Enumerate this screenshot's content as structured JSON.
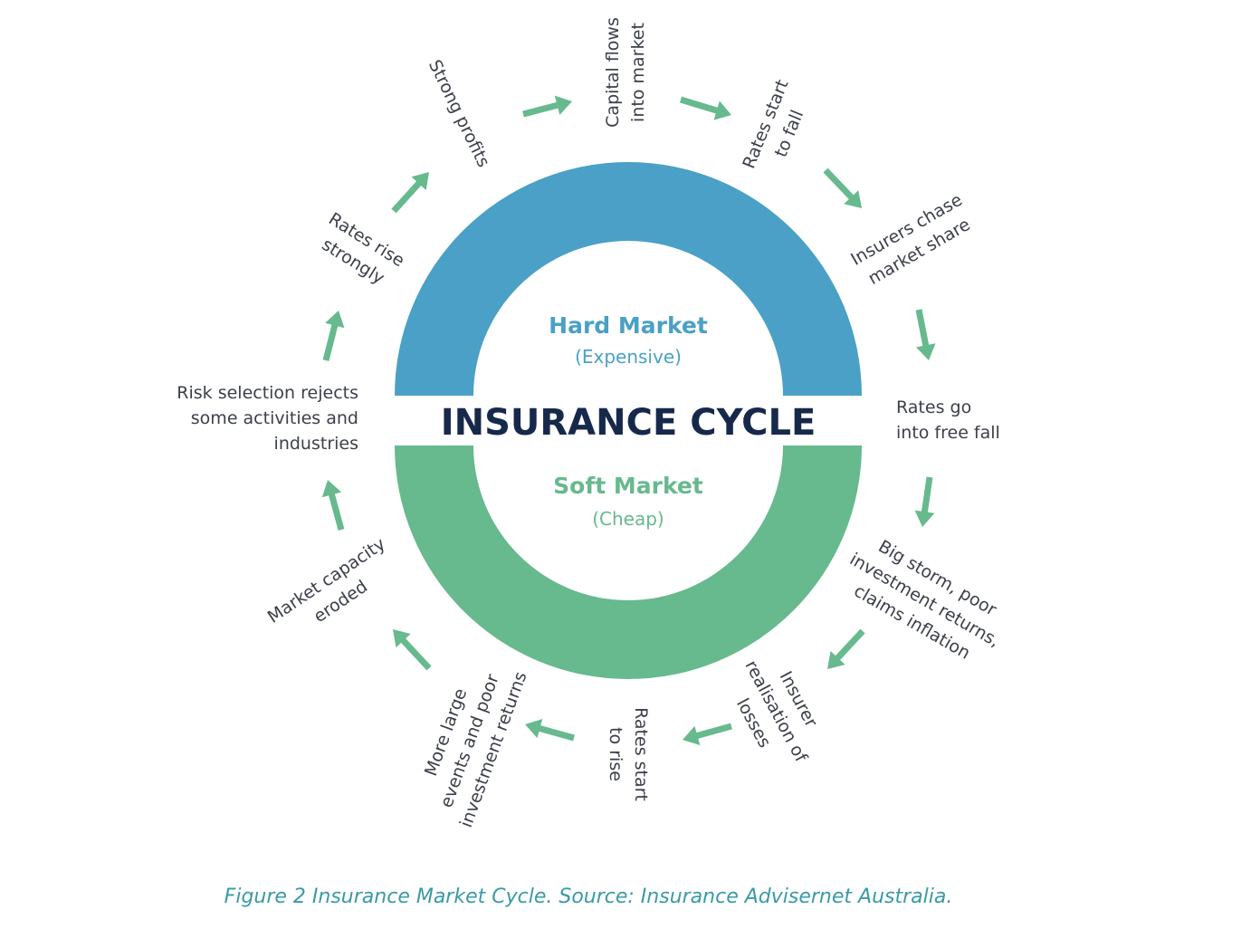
{
  "diagram": {
    "title": "INSURANCE CYCLE",
    "hard_market": {
      "label": "Hard Market",
      "sub": "(Expensive)",
      "color": "#4aa0c6"
    },
    "soft_market": {
      "label": "Soft Market",
      "sub": "(Cheap)",
      "color": "#67b98e"
    },
    "arrow_color": "#67b98e",
    "title_color": "#17294a",
    "stages": [
      {
        "id": "capital-flows",
        "lines": [
          "Capital flows",
          "into market"
        ]
      },
      {
        "id": "rates-start-to-fall",
        "lines": [
          "Rates start",
          "to fall"
        ]
      },
      {
        "id": "insurers-chase-market-share",
        "lines": [
          "Insurers chase",
          "market share"
        ]
      },
      {
        "id": "rates-free-fall",
        "lines": [
          "Rates go",
          "into free fall"
        ]
      },
      {
        "id": "big-storm",
        "lines": [
          "Big storm, poor",
          "investment returns,",
          "claims inflation"
        ]
      },
      {
        "id": "insurer-realisation",
        "lines": [
          "Insurer",
          "realisation of",
          "losses"
        ]
      },
      {
        "id": "rates-start-to-rise",
        "lines": [
          "Rates start",
          "to rise"
        ]
      },
      {
        "id": "more-large-events",
        "lines": [
          "More large",
          "events and poor",
          "investment returns"
        ]
      },
      {
        "id": "market-capacity-eroded",
        "lines": [
          "Market capacity",
          "eroded"
        ]
      },
      {
        "id": "risk-selection",
        "lines": [
          "Risk selection rejects",
          "some activities and",
          "industries"
        ]
      },
      {
        "id": "rates-rise-strongly",
        "lines": [
          "Rates rise",
          "strongly"
        ]
      },
      {
        "id": "strong-profits",
        "lines": [
          "Strong profits"
        ]
      }
    ]
  },
  "caption": "Figure 2 Insurance Market Cycle. Source: Insurance Advisernet Australia."
}
